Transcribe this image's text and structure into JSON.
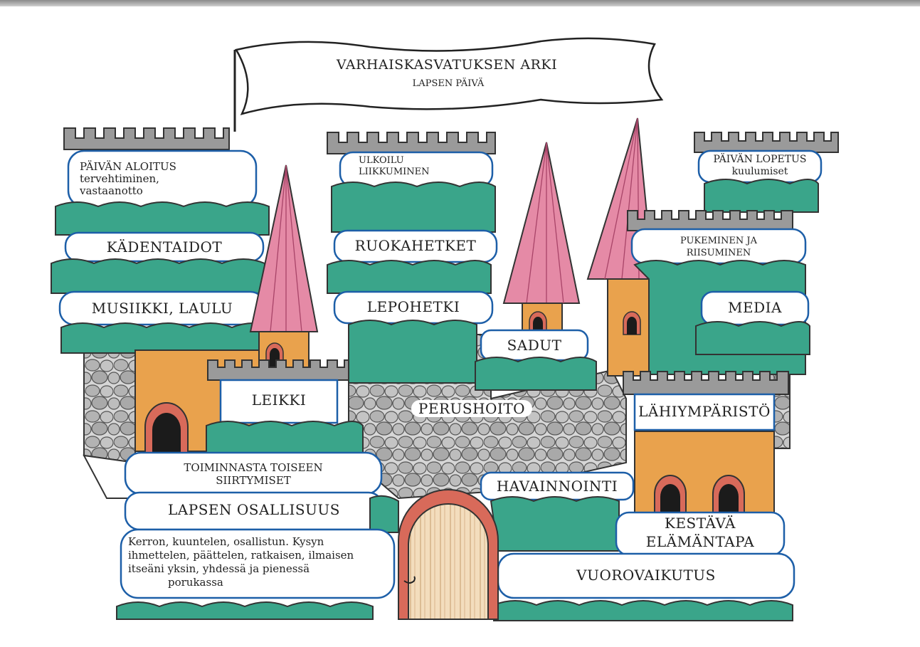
{
  "title": {
    "main": "VARHAISKASVATUKSEN ARKI",
    "sub": "LAPSEN PÄIVÄ"
  },
  "labels": {
    "paivan_aloitus": [
      "PÄIVÄN ALOITUS",
      "tervehtiminen,",
      "vastaanotto"
    ],
    "kadentaidot": "KÄDENTAIDOT",
    "musiikki": "MUSIIKKI, LAULU",
    "ulkoilu": [
      "ULKOILU",
      "LIIKKUMINEN"
    ],
    "ruokahetket": "RUOKAHETKET",
    "lepohetki": "LEPOHETKI",
    "paivan_lopetus": [
      "PÄIVÄN LOPETUS",
      "kuulumiset"
    ],
    "pukeminen": [
      "PUKEMINEN JA",
      "RIISUMINEN"
    ],
    "media": "MEDIA",
    "sadut": "SADUT",
    "leikki": "LEIKKI",
    "perushoito": "PERUSHOITO",
    "lahiymparisto": "LÄHIYMPÄRISTÖ",
    "toiminnasta": [
      "TOIMINNASTA TOISEEN",
      "SIIRTYMISET"
    ],
    "havainnointi": "HAVAINNOINTI",
    "lapsen_osallisuus": "LAPSEN OSALLISUUS",
    "kestava": [
      "KESTÄVÄ",
      "ELÄMÄNTAPA"
    ],
    "osallisuus_text": [
      "Kerron, kuuntelen, osallistun. Kysyn",
      "ihmettelen, päättelen, ratkaisen, ilmaisen",
      "itseäni yksin, yhdessä ja pienessä",
      "porukassa"
    ],
    "vuorovaikutus": "VUOROVAIKUTUS"
  },
  "colors": {
    "stone": "#b9b9b9",
    "battlement": "#8f8f8f",
    "green": "#3aa58a",
    "orange": "#e9a24d",
    "roof": "#e58aa6",
    "door": "#d86a5a",
    "wood": "#f1d7b5"
  }
}
